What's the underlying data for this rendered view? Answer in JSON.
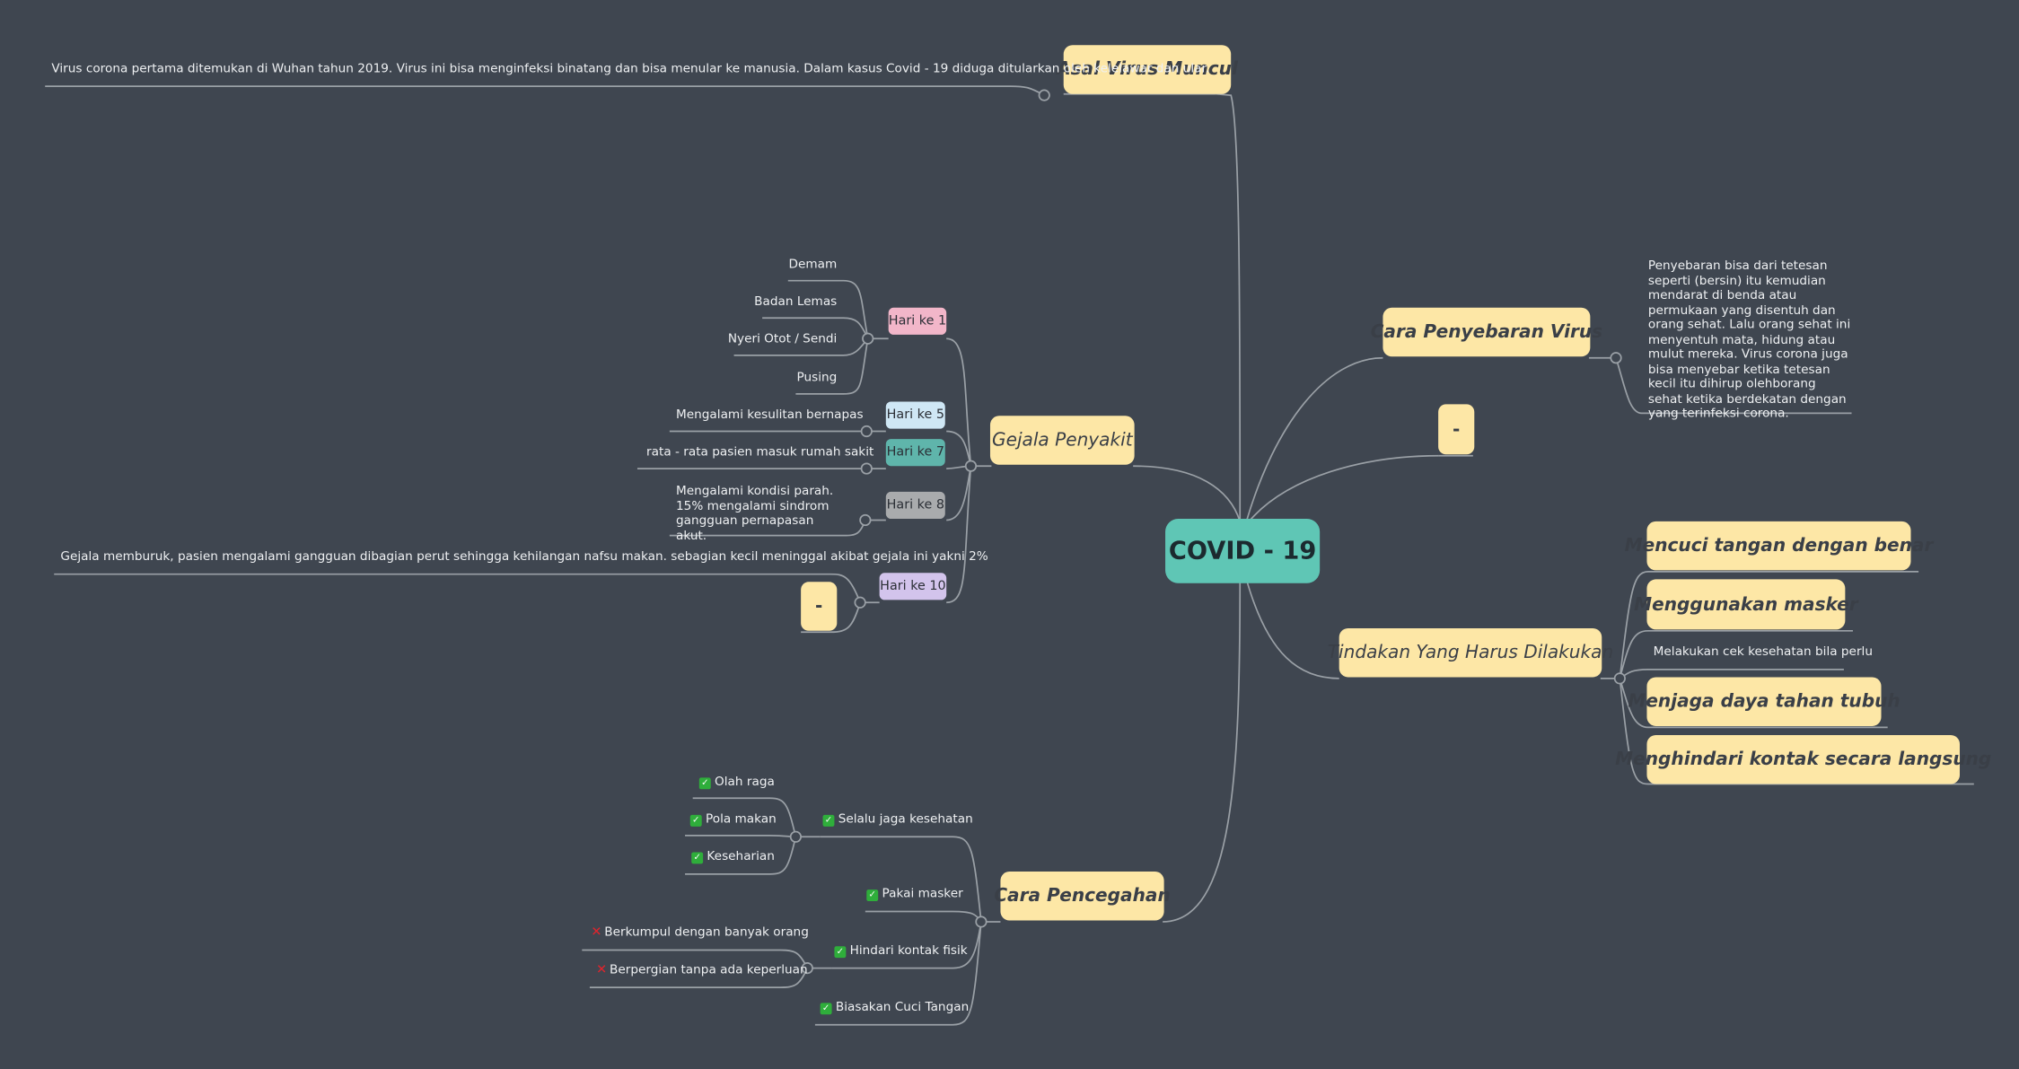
{
  "central": "COVID - 19",
  "asal": {
    "title": "Asal Virus Muncul",
    "text": "Virus corona pertama ditemukan di Wuhan tahun 2019. Virus ini bisa menginfeksi binatang dan bisa menular ke manusia. Dalam kasus Covid - 19 diduga ditularkan oleh kelelawar dan ular."
  },
  "gejala": {
    "title": "Gejala Penyakit",
    "hari1": {
      "label": "Hari ke 1",
      "items": [
        "Demam",
        "Badan Lemas",
        "Nyeri Otot / Sendi",
        "Pusing"
      ]
    },
    "hari5": {
      "label": "Hari ke 5",
      "text": "Mengalami kesulitan bernapas"
    },
    "hari7": {
      "label": "Hari ke 7",
      "text": "rata - rata pasien masuk rumah sakit"
    },
    "hari8": {
      "label": "Hari ke 8",
      "text": "Mengalami kondisi parah. 15% mengalami sindrom gangguan pernapasan akut."
    },
    "hari10": {
      "label": "Hari ke 10",
      "text": "Gejala memburuk, pasien mengalami gangguan dibagian perut sehingga kehilangan nafsu makan. sebagian kecil meninggal akibat gejala ini yakni 2%",
      "dash": "-"
    }
  },
  "pencegahan": {
    "title": "Cara Pencegahan",
    "kesehatan": {
      "label": "Selalu jaga kesehatan",
      "items": [
        "Olah raga",
        "Pola makan",
        "Keseharian"
      ]
    },
    "masker": "Pakai masker",
    "kontak": {
      "label": "Hindari kontak fisik",
      "items": [
        "Berkumpul dengan banyak orang",
        "Berpergian tanpa ada keperluan"
      ]
    },
    "cuci": "Biasakan Cuci Tangan"
  },
  "penyebaran": {
    "title": "Cara Penyebaran Virus",
    "text": "Penyebaran bisa dari tetesan seperti (bersin) itu kemudian mendarat di benda atau permukaan yang disentuh dan orang sehat. Lalu orang sehat ini menyentuh mata, hidung atau mulut mereka. Virus corona juga bisa menyebar ketika tetesan kecil itu dihirup olehborang sehat ketika berdekatan dengan yang terinfeksi corona."
  },
  "dash": "-",
  "tindakan": {
    "title": "Tindakan Yang Harus Dilakukan",
    "items": [
      "Mencuci tangan dengan benar",
      "Menggunakan masker",
      "Melakukan cek kesehatan bila perlu",
      "Menjaga daya tahan tubuh",
      "Menghindari kontak secara langsung"
    ]
  },
  "colors": {
    "background": "#3f4650",
    "central": "#5fc6b5",
    "topic": "#fde7a6",
    "hari1": "#f2b6c9",
    "hari5": "#cfe7f5",
    "hari7": "#5fb5ab",
    "hari8": "#a9abad",
    "hari10": "#d3c4ec",
    "line": "#9aa0a6"
  }
}
